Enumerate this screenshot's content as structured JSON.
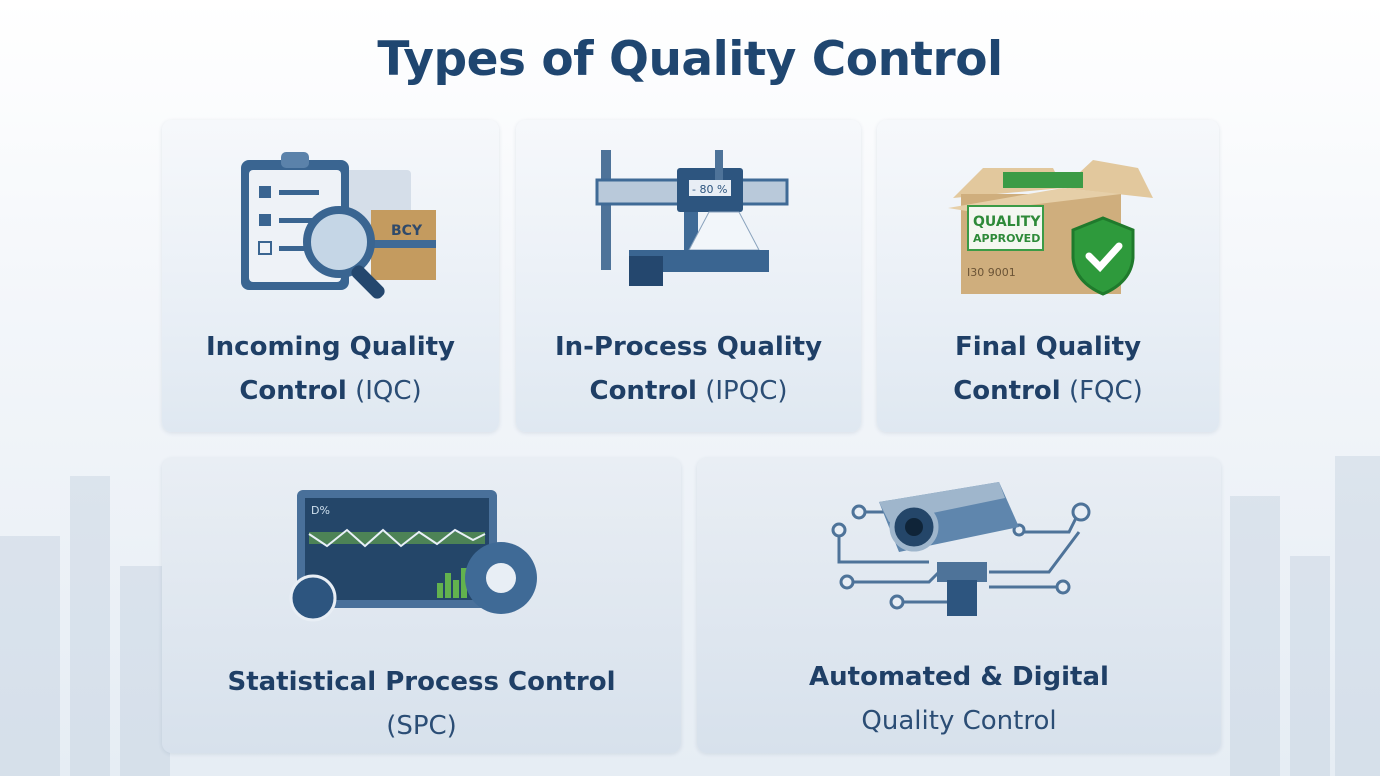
{
  "title": "Types of Quality Control",
  "cards": [
    {
      "line1": "Incoming Quality",
      "line2_bold": "Control",
      "line2_light": "(IQC)",
      "icon": "clipboard-magnifier-icon",
      "art_text": "BCY"
    },
    {
      "line1": "In-Process Quality",
      "line2_bold": "Control",
      "line2_light": "(IPQC)",
      "icon": "caliper-icon",
      "art_text": "- 80 %"
    },
    {
      "line1": "Final Quality",
      "line2_bold": "Control",
      "line2_light": "(FQC)",
      "icon": "approved-box-icon",
      "art_text": "QUALITY",
      "art_text2": "APPROVED",
      "art_text3": "I30 9001"
    },
    {
      "line1": "Statistical Process Control",
      "line2_light": "(SPC)",
      "icon": "spc-monitor-gear-icon",
      "art_text": "D%"
    },
    {
      "line1": "Automated & Digital",
      "line2_light": "Quality Control",
      "icon": "camera-circuit-icon"
    }
  ],
  "colors": {
    "title": "#1f4670",
    "primary": "#2f5a86",
    "green": "#2e9a3c",
    "box": "#c9a877"
  }
}
